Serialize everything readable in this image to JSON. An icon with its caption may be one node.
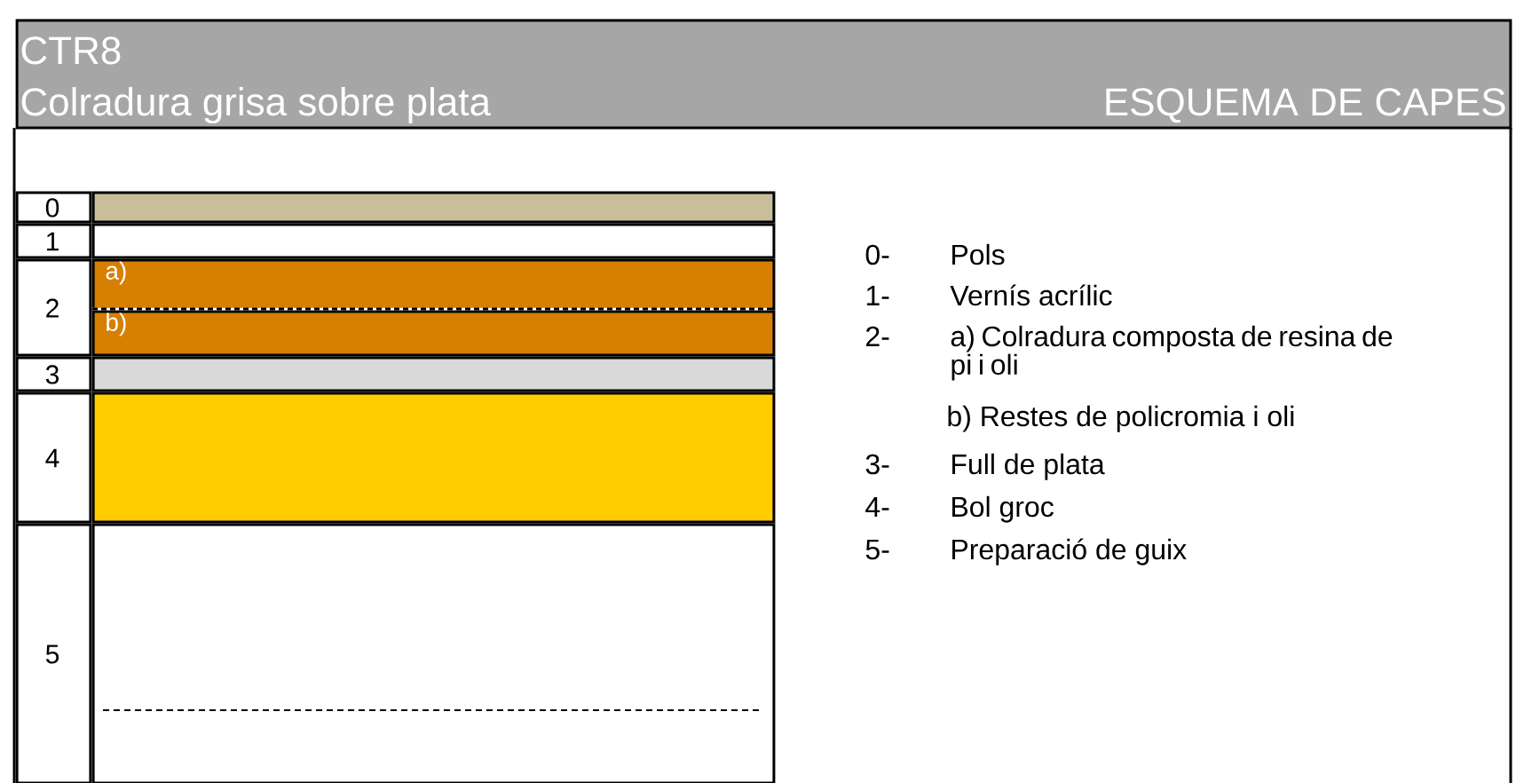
{
  "diagram": {
    "nodes": [
      {
        "text": [
          "CTR8",
          "Colradura grisa sobre plata",
          "ESQUEMA DE CAPES"
        ]
      },
      {
        "text": [
          "0"
        ]
      },
      {
        "text": [],
        "shape": "box"
      },
      {
        "text": [
          "1"
        ]
      },
      {
        "text": [],
        "shape": "box"
      },
      {
        "text": [
          "2"
        ]
      },
      {
        "text": [
          "a)"
        ]
      },
      {
        "text": [
          "b)"
        ]
      },
      {
        "text": [
          "3"
        ]
      },
      {
        "text": [],
        "shape": "box"
      },
      {
        "text": [
          "4"
        ]
      },
      {
        "text": [],
        "shape": "box"
      },
      {
        "text": [
          "5"
        ]
      },
      {
        "text": [],
        "shape": "box"
      }
    ],
    "labels": [
      "0-",
      "Pols",
      "1-",
      "Vernís acrílic",
      "2-",
      "a) Colradura composta de resina de pi i oli",
      "b) Restes de policromia i oli",
      "3-",
      "Full de plata",
      "4-",
      "Bol groc",
      "5-",
      "Preparació de guix"
    ]
  }
}
